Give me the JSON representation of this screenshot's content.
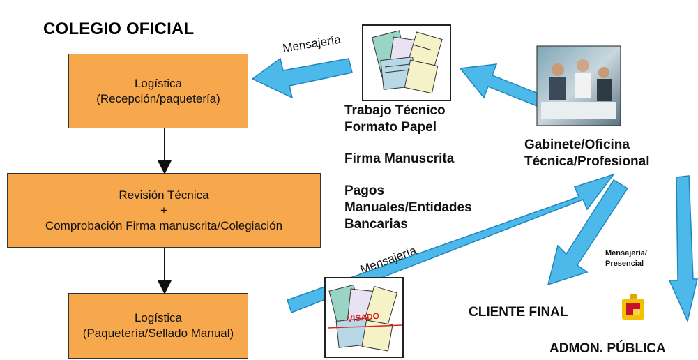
{
  "title": "COLEGIO OFICIAL",
  "boxes": {
    "logistica_recepcion": [
      "Logística",
      "(Recepción/paquetería)"
    ],
    "revision": [
      "Revisión Técnica",
      "+",
      "Comprobación Firma manuscrita/Colegiación"
    ],
    "logistica_sellado": [
      "Logística",
      "(Paquetería/Sellado Manual)"
    ]
  },
  "labels": {
    "trabajo": [
      "Trabajo Técnico",
      "Formato Papel"
    ],
    "firma": "Firma Manuscrita",
    "pagos": [
      "Pagos",
      "Manuales/Entidades",
      "Bancarias"
    ],
    "gabinete": [
      "Gabinete/Oficina",
      "Técnica/Profesional"
    ],
    "cliente": "CLIENTE FINAL",
    "admon": "ADMON. PÚBLICA",
    "mensajeria_presencial": [
      "Mensajería/",
      "Presencial"
    ],
    "mensajeria_top": "Mensajería",
    "mensajeria_bottom": "Mensajería",
    "visado": "VISADO"
  },
  "colors": {
    "box_fill": "#f7a84c",
    "arrow_fill": "#4db8ea",
    "arrow_stroke": "#1f87bf"
  },
  "icons": [
    "paper-documents-icon",
    "office-team-photo",
    "visado-documents-icon",
    "spain-coat-of-arms-icon"
  ]
}
